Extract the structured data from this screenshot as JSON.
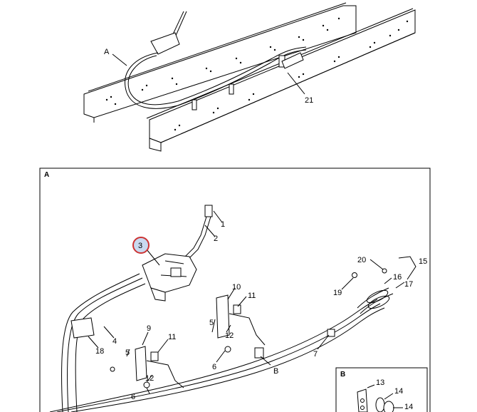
{
  "overview": {
    "callouts": {
      "a": "A",
      "n21": "21"
    }
  },
  "detail_a": {
    "frame_label": "A",
    "callouts": {
      "n1": "1",
      "n2": "2",
      "n3": "3",
      "n4": "4",
      "n5a": "5",
      "n5b": "5",
      "n6a": "6",
      "n6b": "6",
      "n7": "7",
      "n9": "9",
      "n10": "10",
      "n11a": "11",
      "n11b": "11",
      "n12a": "12",
      "n12b": "12",
      "n15": "15",
      "n16": "16",
      "n17": "17",
      "n18": "18",
      "n19": "19",
      "n20": "20",
      "b": "B"
    },
    "highlight_color": "#cc3333",
    "highlight_fill": "#c9d9ef"
  },
  "detail_b": {
    "frame_label": "B",
    "callouts": {
      "n13": "13",
      "n14a": "14",
      "n14b": "14"
    }
  }
}
